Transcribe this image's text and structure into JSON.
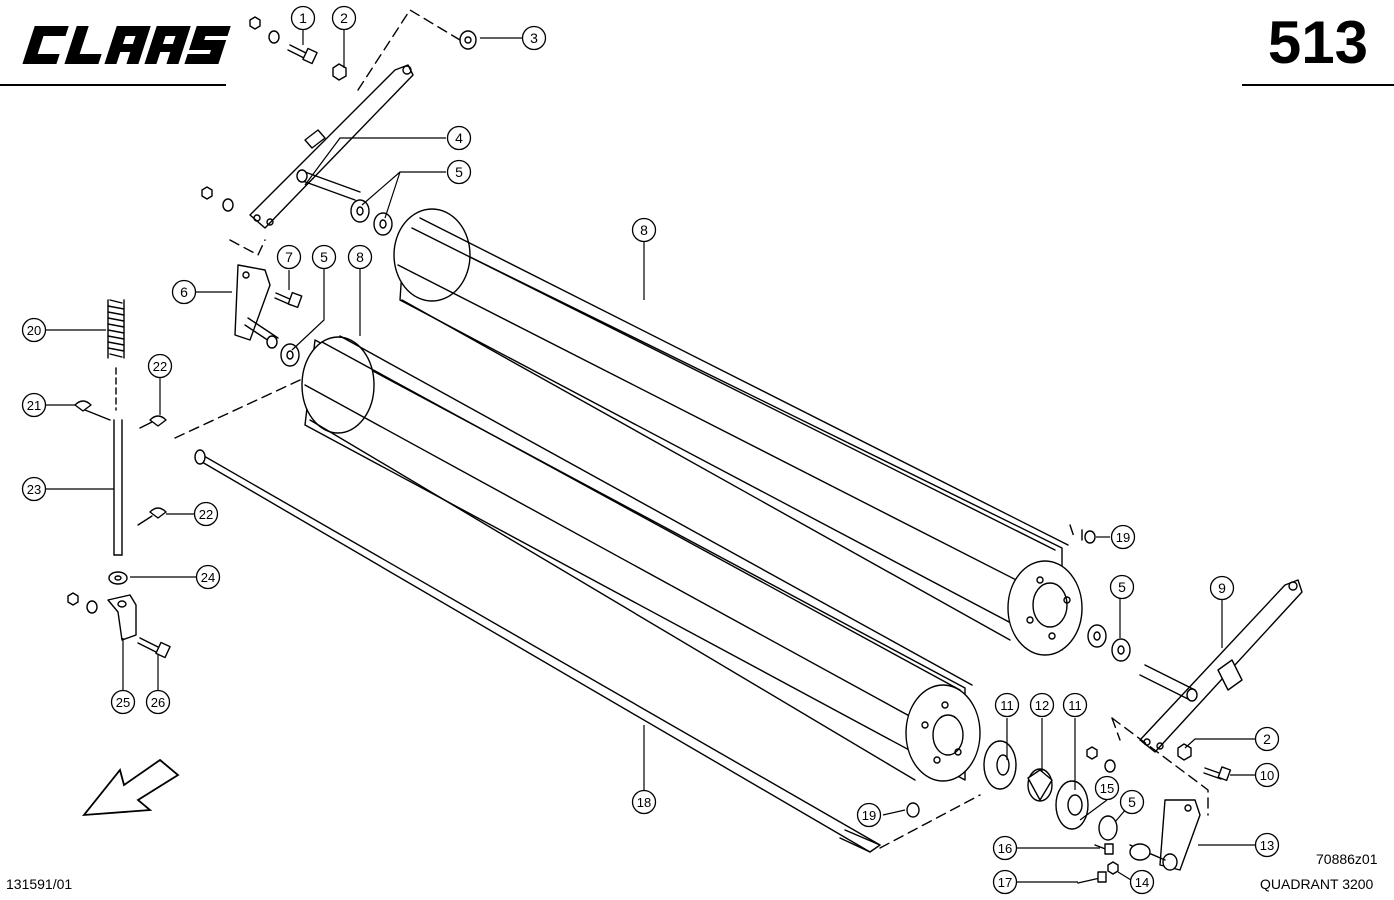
{
  "header": {
    "brand": "CLAAS",
    "page_number": "513"
  },
  "footer": {
    "left_code": "131591/01",
    "drawing_code": "70886z01",
    "model": "QUADRANT 3200"
  },
  "callouts": [
    "1",
    "2",
    "3",
    "4",
    "5",
    "5",
    "5",
    "5",
    "6",
    "7",
    "8",
    "8",
    "9",
    "2",
    "10",
    "11",
    "11",
    "12",
    "13",
    "14",
    "15",
    "16",
    "17",
    "18",
    "19",
    "19",
    "20",
    "21",
    "22",
    "22",
    "23",
    "24",
    "25",
    "26"
  ],
  "line_color": "#000000",
  "background": "#ffffff",
  "icons": [
    "brand-logo",
    "direction-arrow-icon"
  ]
}
